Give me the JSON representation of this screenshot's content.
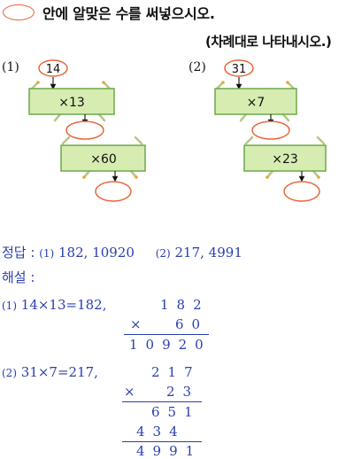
{
  "header": {
    "instruction": "안에 알맞은 수를 써넣으시오.",
    "sub_instruction": "(차례대로 나타내시오.)"
  },
  "problems": [
    {
      "label": "(1)",
      "start": "14",
      "op1": "×13",
      "op2": "×60"
    },
    {
      "label": "(2)",
      "start": "31",
      "op1": "×7",
      "op2": "×23"
    }
  ],
  "answer": {
    "label": "정답 :",
    "p1_num": "(1)",
    "p1_values": "182,  10920",
    "p2_num": "(2)",
    "p2_values": "217,  4991"
  },
  "solution": {
    "label": "해설 :",
    "p1": {
      "num": "(1)",
      "equation": "14×13=182,",
      "multiplicand": "182",
      "multiplier": "60",
      "times": "×",
      "result": "10920"
    },
    "p2": {
      "num": "(2)",
      "equation": "31×7=217,",
      "multiplicand": "217",
      "multiplier": "23",
      "times": "×",
      "partial1": "651",
      "partial2": "434",
      "result": "4991"
    }
  },
  "colors": {
    "box_fill": "#d7ecb1",
    "box_stroke": "#6ca84a",
    "oval": "#e8663a",
    "answer_text": "#2a3fb0"
  }
}
